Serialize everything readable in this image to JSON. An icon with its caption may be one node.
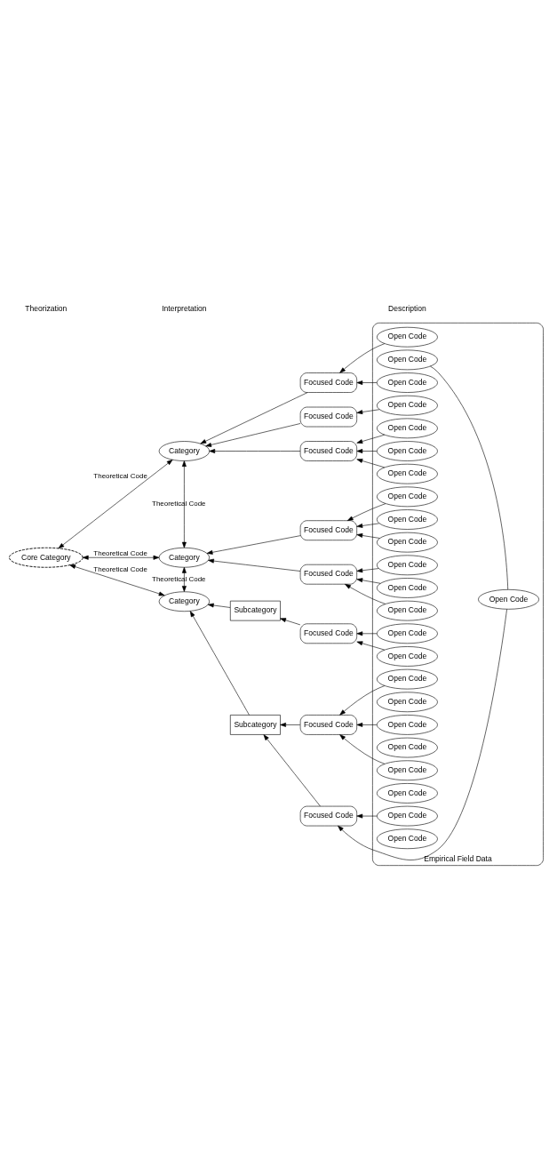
{
  "diagram": {
    "nodes": [
      {
        "text": [
          "Core Category"
        ]
      },
      {
        "text": [
          "Category"
        ]
      },
      {
        "text": [
          "Category"
        ]
      },
      {
        "text": [
          "Category"
        ]
      },
      {
        "text": [
          "Subcategory"
        ]
      },
      {
        "text": [
          "Subcategory"
        ]
      },
      {
        "text": [
          "Focused Code"
        ]
      },
      {
        "text": [
          "Focused Code"
        ]
      },
      {
        "text": [
          "Focused Code"
        ]
      },
      {
        "text": [
          "Focused Code"
        ]
      },
      {
        "text": [
          "Focused Code"
        ]
      },
      {
        "text": [
          "Focused Code"
        ]
      },
      {
        "text": [
          "Focused Code"
        ]
      },
      {
        "text": [
          "Focused Code"
        ]
      },
      {
        "text": [
          "Empirical Field Data"
        ]
      },
      {
        "text": [
          "Open Code"
        ],
        "in": 14
      },
      {
        "text": [
          "Open Code"
        ],
        "in": 14
      },
      {
        "text": [
          "Open Code"
        ],
        "in": 14
      },
      {
        "text": [
          "Open Code"
        ],
        "in": 14
      },
      {
        "text": [
          "Open Code"
        ],
        "in": 14
      },
      {
        "text": [
          "Open Code"
        ],
        "in": 14
      },
      {
        "text": [
          "Open Code"
        ],
        "in": 14
      },
      {
        "text": [
          "Open Code"
        ],
        "in": 14
      },
      {
        "text": [
          "Open Code"
        ],
        "in": 14
      },
      {
        "text": [
          "Open Code"
        ],
        "in": 14
      },
      {
        "text": [
          "Open Code"
        ],
        "in": 14
      },
      {
        "text": [
          "Open Code"
        ],
        "in": 14
      },
      {
        "text": [
          "Open Code"
        ],
        "in": 14
      },
      {
        "text": [
          "Open Code"
        ],
        "in": 14
      },
      {
        "text": [
          "Open Code"
        ],
        "in": 14
      },
      {
        "text": [
          "Open Code"
        ],
        "in": 14
      },
      {
        "text": [
          "Open Code"
        ],
        "in": 14
      },
      {
        "text": [
          "Open Code"
        ],
        "in": 14
      },
      {
        "text": [
          "Open Code"
        ],
        "in": 14
      },
      {
        "text": [
          "Open Code"
        ],
        "in": 14
      },
      {
        "text": [
          "Open Code"
        ],
        "in": 14
      },
      {
        "text": [
          "Open Code"
        ],
        "in": 14
      },
      {
        "text": [
          "Open Code"
        ],
        "in": 14
      },
      {
        "text": [
          "Open Code"
        ],
        "in": 14
      }
    ],
    "edges": [
      {
        "from": 0,
        "to": 1,
        "arrow": "both",
        "label": "Theoretical Code"
      },
      {
        "from": 0,
        "to": 2,
        "arrow": "both",
        "label": "Theoretical Code"
      },
      {
        "from": 0,
        "to": 3,
        "arrow": "both",
        "label": "Theoretical Code"
      },
      {
        "from": 1,
        "to": 2,
        "arrow": "both",
        "label": "Theoretical Code"
      },
      {
        "from": 2,
        "to": 3,
        "arrow": "both",
        "label": "Theoretical Code"
      },
      {
        "from": 6,
        "to": 1,
        "arrow": "to"
      },
      {
        "from": 7,
        "to": 1,
        "arrow": "to"
      },
      {
        "from": 8,
        "to": 1,
        "arrow": "to"
      },
      {
        "from": 9,
        "to": 2,
        "arrow": "to"
      },
      {
        "from": 10,
        "to": 2,
        "arrow": "to"
      },
      {
        "from": 4,
        "to": 3,
        "arrow": "to"
      },
      {
        "from": 5,
        "to": 3,
        "arrow": "to"
      },
      {
        "from": 11,
        "to": 4,
        "arrow": "to"
      },
      {
        "from": 12,
        "to": 5,
        "arrow": "to"
      },
      {
        "from": 13,
        "to": 5,
        "arrow": "to"
      },
      {
        "from": 16,
        "to": 6,
        "arrow": "to"
      },
      {
        "from": 18,
        "to": 6,
        "arrow": "to"
      },
      {
        "from": 20,
        "to": 7,
        "arrow": "to"
      },
      {
        "from": 22,
        "to": 7,
        "arrow": "to"
      },
      {
        "from": 23,
        "to": 7,
        "arrow": "to"
      },
      {
        "from": 24,
        "to": 8,
        "arrow": "to"
      },
      {
        "from": 25,
        "to": 9,
        "arrow": "to"
      },
      {
        "from": 26,
        "to": 9,
        "arrow": "to"
      },
      {
        "from": 27,
        "to": 9,
        "arrow": "to"
      },
      {
        "from": 28,
        "to": 10,
        "arrow": "to"
      },
      {
        "from": 29,
        "to": 10,
        "arrow": "to"
      },
      {
        "from": 30,
        "to": 10,
        "arrow": "to"
      },
      {
        "from": 31,
        "to": 11,
        "arrow": "to"
      },
      {
        "from": 32,
        "to": 11,
        "arrow": "to"
      },
      {
        "from": 33,
        "to": 12,
        "arrow": "to"
      },
      {
        "from": 34,
        "to": 12,
        "arrow": "to"
      },
      {
        "from": 35,
        "to": 12,
        "arrow": "to"
      },
      {
        "from": 37,
        "to": 13,
        "arrow": "to"
      },
      {
        "from": 38,
        "to": 13,
        "arrow": "to"
      },
      {
        "from": 36,
        "to": 38,
        "arrow": "none"
      }
    ],
    "labels": [
      "Theorization",
      "Interpretation",
      "Description"
    ]
  }
}
